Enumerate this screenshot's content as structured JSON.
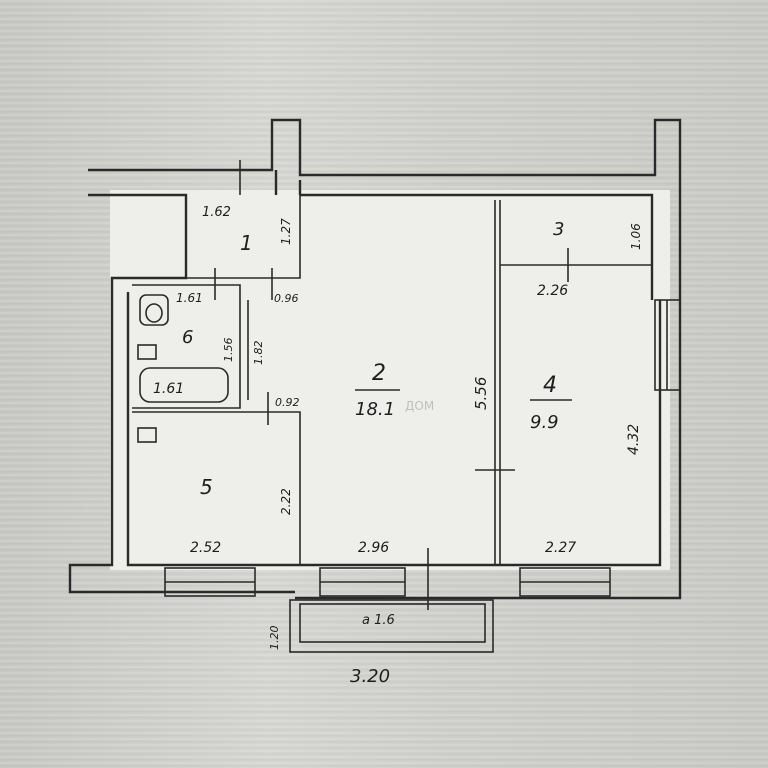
{
  "rooms": [
    {
      "number": "1"
    },
    {
      "number": "2",
      "area": "18.1"
    },
    {
      "number": "3"
    },
    {
      "number": "4",
      "area": "9.9"
    },
    {
      "number": "5"
    },
    {
      "number": "6"
    }
  ],
  "dimensions": {
    "room1_width": "1.62",
    "room1_height": "1.27",
    "room2_length": "5.56",
    "room2_width": "2.96",
    "room3_width": "2.26",
    "room3_height": "1.06",
    "room4_length": "4.32",
    "room4_width": "2.27",
    "room5_width": "2.52",
    "room5_height": "2.22",
    "room6_width": "1.61",
    "room6_height": "1.56",
    "corridor_height": "1.82",
    "closet_width": "0.96",
    "door_width": "0.92",
    "bath_length": "1.61",
    "balcony_width": "3.20",
    "balcony_depth": "1.20",
    "balcony_area": "a 1.6"
  },
  "watermark": "ДОМ"
}
